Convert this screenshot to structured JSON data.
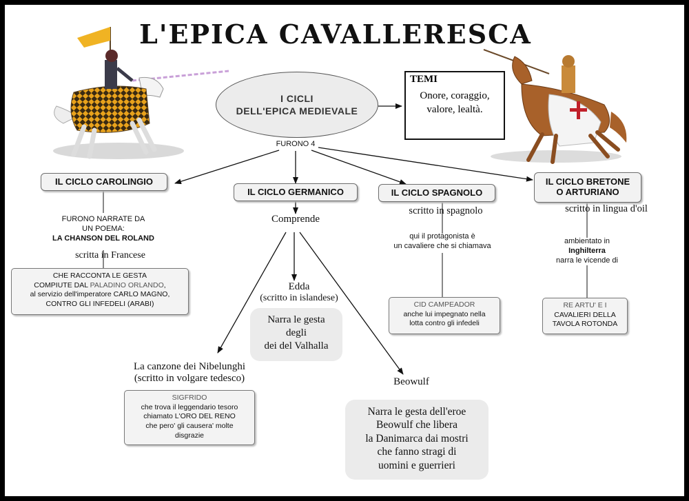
{
  "title": "L'EPICA CAVALLERESCA",
  "center": {
    "line1": "I CICLI",
    "line2": "DELL'EPICA MEDIEVALE",
    "count_label": "FURONO 4"
  },
  "temi": {
    "title": "TEMI",
    "text": "Onore, coraggio, valore, lealtà."
  },
  "cycles": {
    "carolingio": {
      "title": "IL CICLO CAROLINGIO",
      "note1": "FURONO NARRATE DA",
      "note2": "UN POEMA:",
      "poem": "LA CHANSON DEL ROLAND",
      "written": "scritta in Francese",
      "desc_line1": "CHE RACCONTA LE GESTA",
      "desc_line2a": "COMPIUTE DAL ",
      "desc_line2b": "PALADINO ORLANDO",
      "desc_line2c": ",",
      "desc_line3": "al servizio dell'imperatore CARLO MAGNO,",
      "desc_line4": "CONTRO GLI INFEDELI (ARABI)"
    },
    "germanico": {
      "title": "IL CICLO GERMANICO",
      "comprende": "Comprende",
      "edda_title": "Edda",
      "edda_sub": "(scritto in islandese)",
      "edda_desc_l1": "Narra le gesta",
      "edda_desc_l2": "degli",
      "edda_desc_l3": "dei del Valhalla",
      "nib_title": "La canzone dei Nibelunghi",
      "nib_sub": "(scritto in volgare tedesco)",
      "nib_desc_name": "SIGFRIDO",
      "nib_desc_l1": "che trova il leggendario tesoro",
      "nib_desc_l2": "chiamato L'ORO DEL RENO",
      "nib_desc_l3": "che pero' gli causera' molte",
      "nib_desc_l4": "disgrazie",
      "beo_title": "Beowulf",
      "beo_desc_l1": "Narra le gesta dell'eroe",
      "beo_desc_l2": "Beowulf che libera",
      "beo_desc_l3": "la Danimarca dai mostri",
      "beo_desc_l4": "che fanno stragi di",
      "beo_desc_l5": "uomini e guerrieri"
    },
    "spagnolo": {
      "title": "IL CICLO SPAGNOLO",
      "written": "scritto in spagnolo",
      "note_l1": "qui il protagonista è",
      "note_l2": "un cavaliere che si chiamava",
      "desc_name": "CID CAMPEADOR",
      "desc_l1": "anche lui impegnato nella",
      "desc_l2": "lotta contro gli infedeli"
    },
    "bretone": {
      "title_l1": "IL CICLO BRETONE",
      "title_l2": "O ARTURIANO",
      "written": "scritto in lingua d'oil",
      "note_l1": "ambientato in",
      "note_place": "Inghilterra",
      "note_l2": "narra le vicende di",
      "desc_name": "RE ARTU' E I",
      "desc_l1": "CAVALIERI DELLA",
      "desc_l2": "TAVOLA ROTONDA"
    }
  },
  "colors": {
    "flag": "#f0b323",
    "checker_dark": "#3a2a12",
    "checker_light": "#e8a21c",
    "horse_white": "#f4f4f4",
    "horse_brown": "#a8612a",
    "cross_red": "#c0202a"
  }
}
